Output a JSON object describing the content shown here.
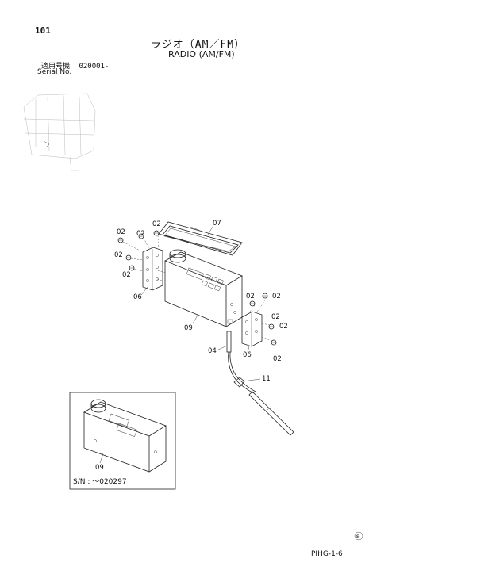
{
  "page_number": "101",
  "title_jp": "ラジオ（AM／FM）",
  "title_en": "RADIO (AM/FM)",
  "serial_label_jp": "適用号機",
  "serial_value": "020001-",
  "serial_label_en": "Serial No.",
  "inset_serial": "S/N : ～020297",
  "watermark_symbol": "⊛",
  "doc_ref": "PIHG-1-6",
  "callouts": {
    "c02_a": "02",
    "c02_b": "02",
    "c02_c": "02",
    "c02_d": "02",
    "c02_e": "02",
    "c02_f": "02",
    "c02_g": "02",
    "c02_h": "02",
    "c02_i": "02",
    "c07": "07",
    "c06_left": "06",
    "c06_right": "06",
    "c09": "09",
    "c04": "04",
    "c11": "11",
    "c09_inset": "09"
  }
}
